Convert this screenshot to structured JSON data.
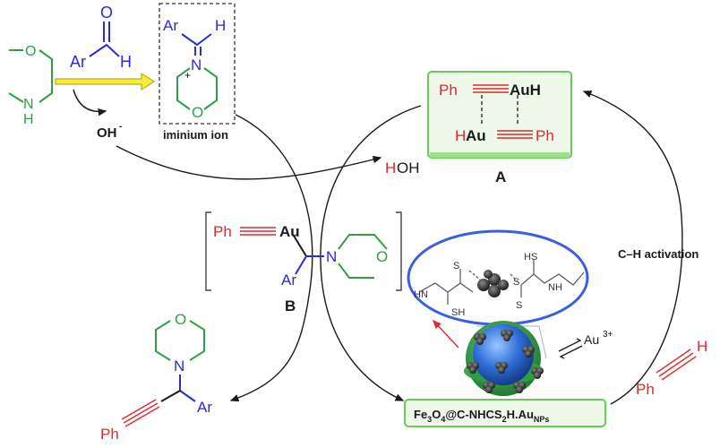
{
  "labels": {
    "morpholine_O": "O",
    "morpholine_N": "N",
    "morpholine_H": "H",
    "aldehyde_Ar": "Ar",
    "aldehyde_O": "O",
    "aldehyde_H": "H",
    "hydroxide": "OH",
    "hydroxide_charge": "-",
    "iminium_Ar": "Ar",
    "iminium_H": "H",
    "iminium_N": "N",
    "iminium_plus": "+",
    "iminium_O": "O",
    "iminium_caption": "iminium ion",
    "complexA_Ph1": "Ph",
    "complexA_AuH1": "AuH",
    "complexA_H2": "H",
    "complexA_Au2": "Au",
    "complexA_Ph2": "Ph",
    "complexA_label": "A",
    "water_H": "H",
    "water_OH": "OH",
    "complexB_Ph": "Ph",
    "complexB_Au": "Au",
    "complexB_Ar": "Ar",
    "complexB_N": "N",
    "complexB_O": "O",
    "complexB_label": "B",
    "ch_activation": "C–H activation",
    "au3plus": "Au",
    "au3plus_sup": "3+",
    "alkyne_H": "H",
    "alkyne_Ph": "Ph",
    "ligand_HS": "HS",
    "ligand_S_left": "S",
    "ligand_S_right": "S",
    "ligand_HN": "HN",
    "ligand_NH": "NH",
    "ligand_SH": "SH",
    "ligand_S_bottom": "S",
    "product_O": "O",
    "product_N": "N",
    "product_Ar": "Ar",
    "product_Ph": "Ph",
    "catalyst_main": "Fe",
    "catalyst_sub1": "3",
    "catalyst_mid": "O",
    "catalyst_sub2": "4",
    "catalyst_tail": "@C-NHCS",
    "catalyst_sub3": "2",
    "catalyst_end": "H.Au",
    "catalyst_sub4": "NPs"
  },
  "colors": {
    "green": "#2ea043",
    "blue": "#2b2bd6",
    "red": "#e0282d",
    "black": "#1a1a1a",
    "yellow_arrow": "#f4ee3a",
    "box_green": "#66cc55",
    "box_fill": "#eef9ea",
    "sphere_green": "#2e9e45",
    "sphere_blue": "#2f6fd8",
    "ellipse_blue": "#3a5fe0"
  }
}
